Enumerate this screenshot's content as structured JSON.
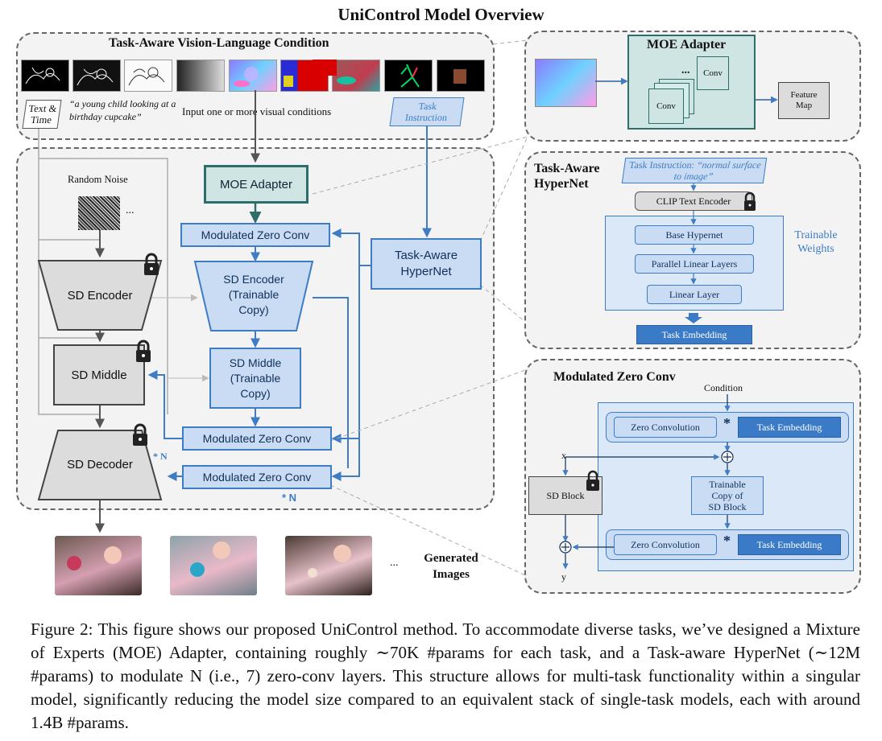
{
  "figure_title": "UniControl Model Overview",
  "top_panel": {
    "title": "Task-Aware Vision-Language Condition",
    "text_time_label": "Text &\nTime",
    "prompt": "“a young child looking at a birthday cupcake”",
    "visual_conditions_label": "Input one or more visual conditions",
    "task_instruction_label": "Task\nInstruction"
  },
  "main_panel": {
    "random_noise_label": "Random Noise",
    "ellipsis": "...",
    "moe_adapter_label": "MOE Adapter",
    "modulated_zero_conv_label": "Modulated Zero Conv",
    "sd_encoder_label": "SD Encoder",
    "sd_middle_label": "SD Middle",
    "sd_decoder_label": "SD Decoder",
    "sd_encoder_copy_label": "SD Encoder\n(Trainable\nCopy)",
    "sd_middle_copy_label": "SD Middle\n(Trainable\nCopy)",
    "hypernet_label": "Task-Aware\nHyperNet",
    "times_n_label": "* N"
  },
  "generated": {
    "ellipsis": "...",
    "label": "Generated\nImages"
  },
  "moe_panel": {
    "title": "MOE Adapter",
    "conv_label": "Conv",
    "conv_faded_label": "Con",
    "dots": "...",
    "feature_map_label": "Feature\nMap"
  },
  "hypernet_panel": {
    "title": "Task-Aware\nHyperNet",
    "task_instruction_prefix": "Task Instruction: ",
    "task_instruction_quote": "“normal surface to image”",
    "clip_label": "CLIP Text Encoder",
    "base_hypernet_label": "Base Hypernet",
    "parallel_layers_label": "Parallel Linear Layers",
    "linear_layer_label": "Linear Layer",
    "trainable_weights_label": "Trainable\nWeights",
    "task_embedding_label": "Task Embedding"
  },
  "zeroconv_panel": {
    "title": "Modulated Zero Conv",
    "condition_label": "Condition",
    "zero_convolution_label": "Zero Convolution",
    "star": "*",
    "task_embedding_label": "Task Embedding",
    "x_label": "x",
    "y_label": "y",
    "sd_block_label": "SD Block",
    "trainable_copy_label": "Trainable\nCopy of\nSD Block"
  },
  "caption": "Figure 2: This figure shows our proposed UniControl method. To accommodate diverse tasks, we’ve designed a Mixture of Experts (MOE) Adapter, containing roughly ∼70K #params for each task, and a Task-aware HyperNet (∼12M #params) to modulate N (i.e., 7) zero-conv layers. This structure allows for multi-task functionality within a singular model, significantly reducing the model size compared to an equivalent stack of single-task models, each with around 1.4B #params.",
  "colors": {
    "blue_fill": "#c9dcf4",
    "blue_stroke": "#3e7cc4",
    "dark_blue": "#3a7ac6",
    "teal": "#2d6e6a",
    "grey_fill": "#dcdcdc",
    "panel_bg": "#f3f3f3"
  },
  "icons": [
    "lock-icon",
    "plus-circle-icon",
    "down-arrow-icon"
  ]
}
